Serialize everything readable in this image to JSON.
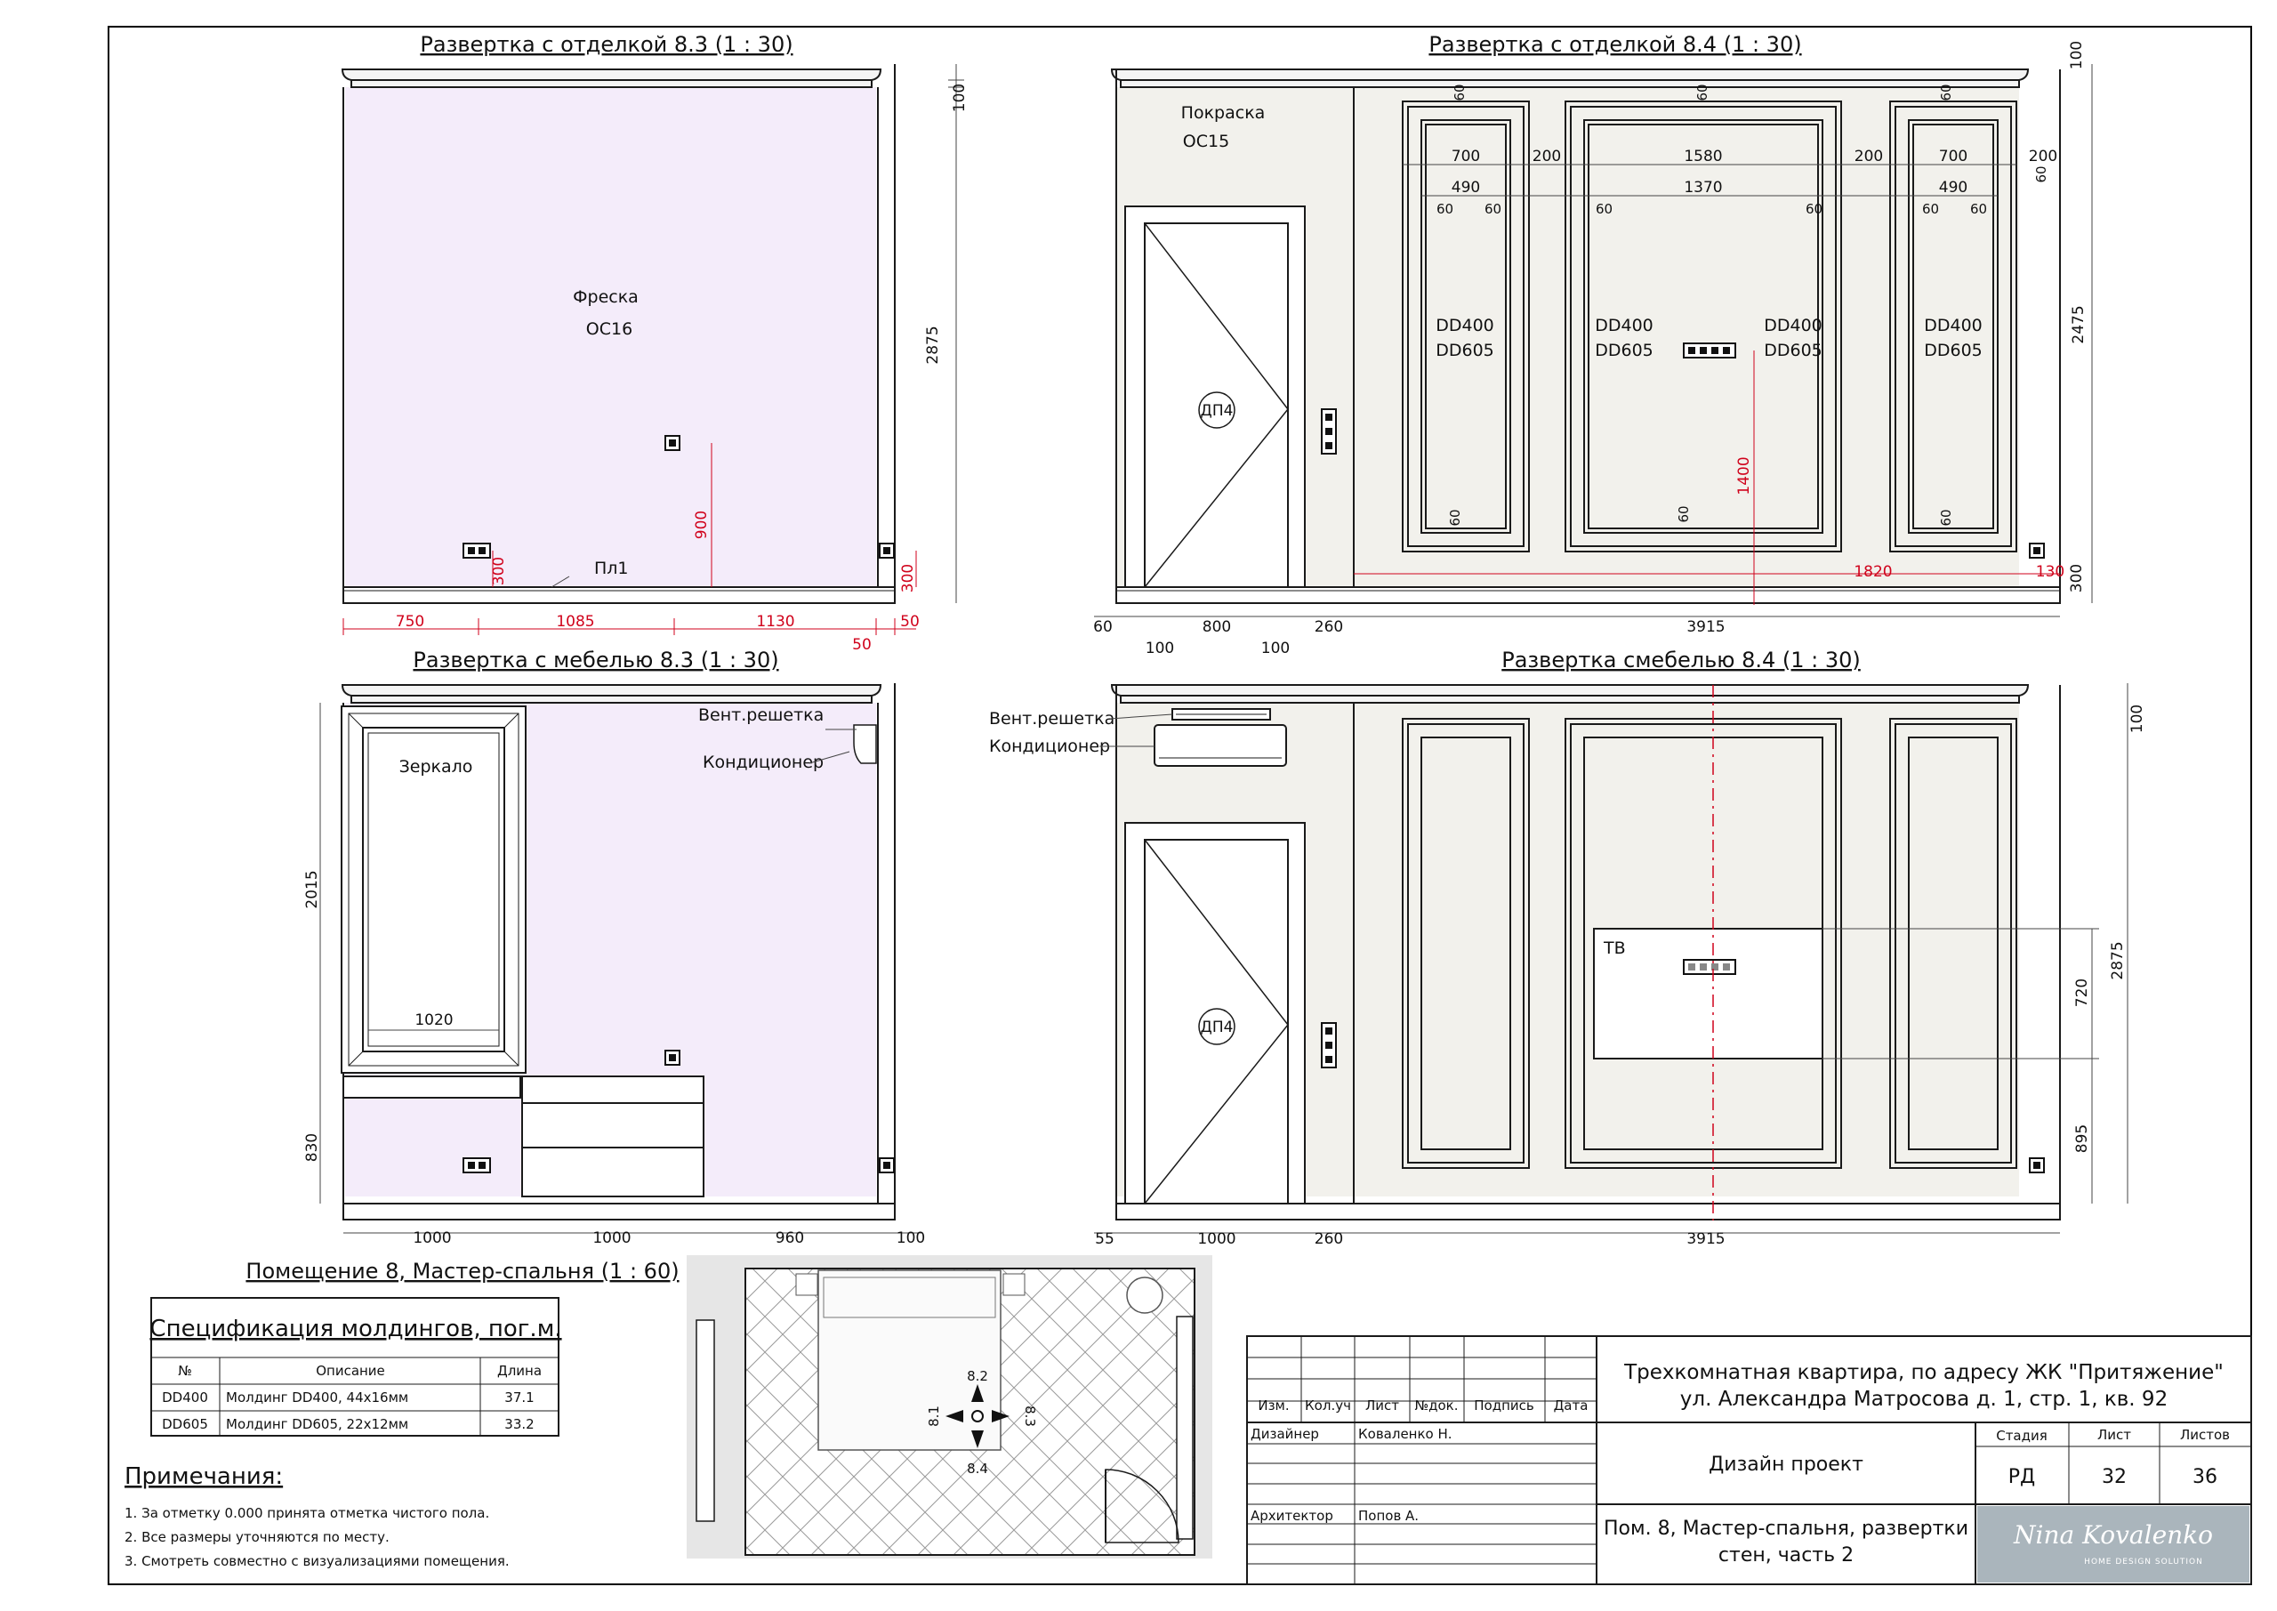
{
  "sheet": {
    "elevations": {
      "e83_finish": {
        "title": "Развертка с отделкой 8.3 (1 : 30)",
        "fresco_label": "Фреска",
        "fresco_code": "ОС16",
        "baseboard_label": "Пл1",
        "dims_red": [
          "300",
          "900",
          "300"
        ],
        "dims_bottom": [
          "750",
          "1085",
          "1130",
          "50",
          "50"
        ],
        "dims_right": [
          "100",
          "2875"
        ]
      },
      "e84_finish": {
        "title": "Развертка с отделкой 8.4 (1 : 30)",
        "paint_label": "Покраска",
        "paint_code": "ОС15",
        "door_label": "ДП4",
        "panel_widths_outer": [
          "700",
          "1580",
          "700"
        ],
        "panel_widths_inner": [
          "490",
          "1370",
          "490"
        ],
        "gaps": [
          "200",
          "200",
          "200"
        ],
        "small_dims": [
          "60",
          "60",
          "60",
          "60",
          "60",
          "60",
          "60",
          "60",
          "60",
          "60",
          "60",
          "60",
          "60"
        ],
        "molding_a": "DD400",
        "molding_b": "DD605",
        "dims_red": [
          "1400",
          "1820",
          "130"
        ],
        "dims_bottom": [
          "60",
          "800",
          "260",
          "3915",
          "100",
          "100"
        ],
        "dims_right": [
          "100",
          "2475",
          "300"
        ]
      },
      "e83_furniture": {
        "title": "Развертка с мебелью 8.3 (1 : 30)",
        "mirror_label": "Зеркало",
        "mirror_width": "1020",
        "vent_label": "Вент.решетка",
        "ac_label": "Кондиционер",
        "dims_bottom": [
          "1000",
          "1000",
          "960",
          "100"
        ],
        "dims_left": [
          "2015",
          "830"
        ]
      },
      "e84_furniture": {
        "title": "Развертка смебелью 8.4 (1 : 30)",
        "vent_label": "Вент.решетка",
        "ac_label": "Кондиционер",
        "door_label": "ДП4",
        "tv_label": "ТВ",
        "dims_bottom": [
          "55",
          "1000",
          "260",
          "3915"
        ],
        "dims_right": [
          "100",
          "2875",
          "720",
          "895"
        ]
      }
    },
    "plan": {
      "title": "Помещение 8, Мастер-спальня (1 : 60)",
      "markers": [
        "8.1",
        "8.2",
        "8.3",
        "8.4"
      ]
    },
    "spec": {
      "title": "Спецификация молдингов, пог.м.",
      "headers": [
        "№",
        "Описание",
        "Длина"
      ],
      "rows": [
        {
          "code": "DD400",
          "desc": "Молдинг DD400, 44х16мм",
          "len": "37.1"
        },
        {
          "code": "DD605",
          "desc": "Молдинг DD605, 22х12мм",
          "len": "33.2"
        }
      ]
    },
    "notes": {
      "title": "Примечания:",
      "items": [
        "1.   За отметку 0.000 принята отметка чистого пола.",
        "2.   Все размеры уточняются по месту.",
        "3.   Смотреть совместно с визуализациями помещения."
      ]
    },
    "stamp": {
      "headers": [
        "Изм.",
        "Кол.уч",
        "Лист",
        "№док.",
        "Подпись",
        "Дата"
      ],
      "designer_role": "Дизайнер",
      "designer_name": "Коваленко Н.",
      "architect_role": "Архитектор",
      "architect_name": "Попов А.",
      "project_line1": "Трехкомнатная квартира, по адресу ЖК \"Притяжение\"",
      "project_line2": "ул. Александра Матросова д. 1, стр. 1, кв. 92",
      "stage_title": "Дизайн проект",
      "sheet_title_1": "Пом. 8, Мастер-спальня, развертки",
      "sheet_title_2": "стен, часть 2",
      "col_stage": "Стадия",
      "col_sheet": "Лист",
      "col_sheets": "Листов",
      "stage": "РД",
      "sheet_no": "32",
      "sheets_total": "36",
      "logo_text": "Nina Kovalenko",
      "logo_sub": "HOME DESIGN SOLUTION"
    },
    "colors": {
      "fresco": "#f4ecfa",
      "paint": "#f2f1ec",
      "dim_red": "#d0021b",
      "logo_bg": "#aab5bc"
    }
  }
}
